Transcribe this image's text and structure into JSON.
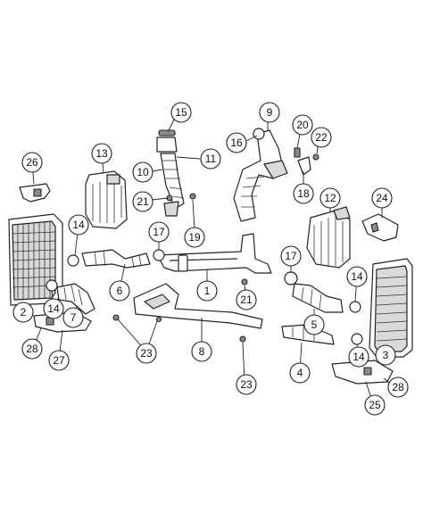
{
  "diagram": {
    "callouts": [
      {
        "id": "c15",
        "label": "15"
      },
      {
        "id": "c9",
        "label": "9"
      },
      {
        "id": "c20",
        "label": "20"
      },
      {
        "id": "c16",
        "label": "16"
      },
      {
        "id": "c22",
        "label": "22"
      },
      {
        "id": "c13",
        "label": "13"
      },
      {
        "id": "c11",
        "label": "11"
      },
      {
        "id": "c26",
        "label": "26"
      },
      {
        "id": "c10",
        "label": "10"
      },
      {
        "id": "c18",
        "label": "18"
      },
      {
        "id": "c12",
        "label": "12"
      },
      {
        "id": "c24",
        "label": "24"
      },
      {
        "id": "c21a",
        "label": "21"
      },
      {
        "id": "c19",
        "label": "19"
      },
      {
        "id": "c14a",
        "label": "14"
      },
      {
        "id": "c17a",
        "label": "17"
      },
      {
        "id": "c17b",
        "label": "17"
      },
      {
        "id": "c14b",
        "label": "14"
      },
      {
        "id": "c6",
        "label": "6"
      },
      {
        "id": "c1",
        "label": "1"
      },
      {
        "id": "c21b",
        "label": "21"
      },
      {
        "id": "c2",
        "label": "2"
      },
      {
        "id": "c14c",
        "label": "14"
      },
      {
        "id": "c7",
        "label": "7"
      },
      {
        "id": "c5",
        "label": "5"
      },
      {
        "id": "c28a",
        "label": "28"
      },
      {
        "id": "c23a",
        "label": "23"
      },
      {
        "id": "c8",
        "label": "8"
      },
      {
        "id": "c3",
        "label": "3"
      },
      {
        "id": "c27",
        "label": "27"
      },
      {
        "id": "c14d",
        "label": "14"
      },
      {
        "id": "c4",
        "label": "4"
      },
      {
        "id": "c28b",
        "label": "28"
      },
      {
        "id": "c23b",
        "label": "23"
      },
      {
        "id": "c25",
        "label": "25"
      }
    ]
  }
}
